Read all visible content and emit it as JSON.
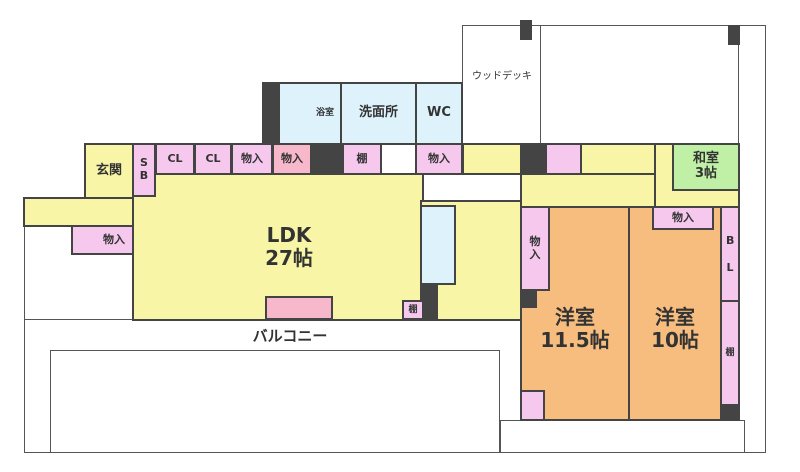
{
  "rooms": {
    "ldk": {
      "name": "LDK",
      "size": "27帖"
    },
    "western1": {
      "name": "洋室",
      "size": "11.5帖"
    },
    "western2": {
      "name": "洋室",
      "size": "10帖"
    },
    "japanese": {
      "name": "和室",
      "size": "3帖"
    },
    "entrance": "玄関",
    "bath": "浴室",
    "washroom": "洗面所",
    "wc": "WC",
    "wood_deck": "ウッドデッキ",
    "balcony": "バルコニー"
  },
  "storage": {
    "sb": "S B",
    "cl": "CL",
    "closet": "物入",
    "shelf": "棚",
    "bl": "B L"
  }
}
